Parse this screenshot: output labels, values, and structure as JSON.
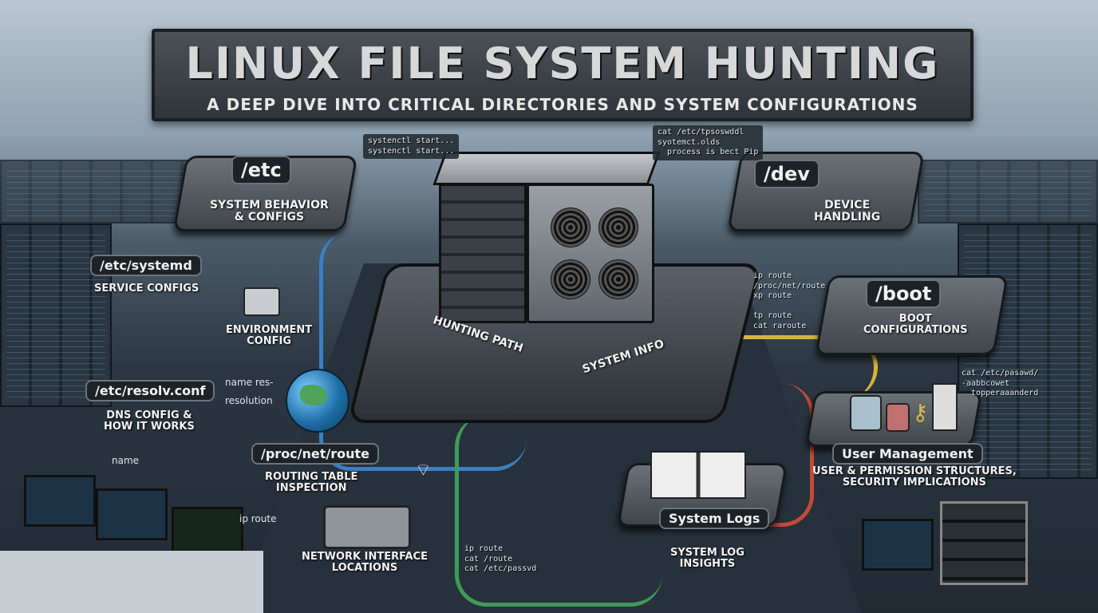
{
  "header": {
    "title": "LINUX FILE SYSTEM HUNTING",
    "subtitle": "A DEEP DIVE INTO CRITICAL DIRECTORIES AND SYSTEM CONFIGURATIONS"
  },
  "terminals": {
    "left": "systenctl start...\nsystenctl start...",
    "right": "cat /etc/tpsoswddl\nsyotemct.olds\n  process is bect Pip",
    "route": "ip route\n/proc/net/route\nxp route\n\ntp route\ncat raroute",
    "passwd": "cat /etc/pasawd/\n-aabbcowet\n  topperaaanderd",
    "bottom": "ip route\ncat /route\ncat /etc/passvd"
  },
  "nodes": {
    "etc": {
      "tag": "/etc",
      "caption": "SYSTEM BEHAVIOR\n& CONFIGS"
    },
    "dev": {
      "tag": "/dev",
      "caption": "DEVICE\nHANDLING"
    },
    "systemd": {
      "tag": "/etc/systemd",
      "caption": "SERVICE CONFIGS"
    },
    "env": {
      "caption": "ENVIRONMENT\nCONFIG"
    },
    "boot": {
      "tag": "/boot",
      "caption": "BOOT\nCONFIGURATIONS"
    },
    "resolv": {
      "tag": "/etc/resolv.conf",
      "caption": "DNS CONFIG &\nHOW IT WORKS"
    },
    "route": {
      "tag": "/proc/net/route",
      "caption": "ROUTING TABLE\nINSPECTION"
    },
    "netif": {
      "caption": "NETWORK INTERFACE\nLOCATIONS"
    },
    "logs": {
      "tag": "System Logs",
      "caption": "SYSTEM LOG\nINSIGHTS"
    },
    "users": {
      "tag": "User Management",
      "caption": "USER & PERMISSION STRUCTURES,\nSECURITY IMPLICATIONS"
    }
  },
  "hub": {
    "left_label": "HUNTING PATH",
    "right_label": "SYSTEM INFO"
  },
  "arrow_labels": {
    "name_res": "name res-",
    "resolution": "resolution",
    "name": "name",
    "ip_route": "ip route"
  },
  "colors": {
    "cable_blue": "#3a7fc4",
    "cable_green": "#3f9a5a",
    "cable_yellow": "#d4b63a",
    "cable_red": "#c24a3a"
  }
}
